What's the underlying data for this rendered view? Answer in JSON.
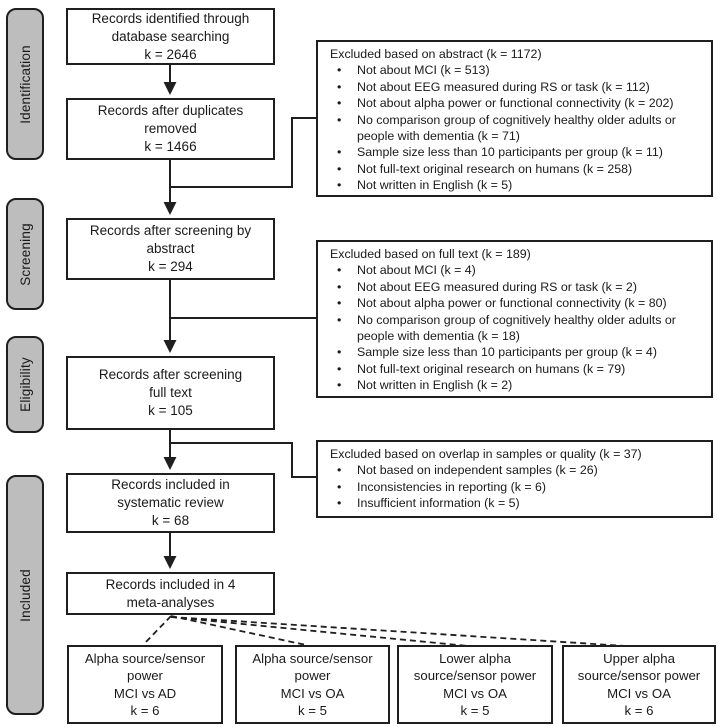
{
  "stages": [
    {
      "label": "Identification"
    },
    {
      "label": "Screening"
    },
    {
      "label": "Eligibility"
    },
    {
      "label": "Included"
    }
  ],
  "flow_boxes": [
    {
      "lines": [
        "Records identified through",
        "database searching",
        "k = 2646"
      ]
    },
    {
      "lines": [
        "Records after duplicates",
        "removed",
        "k = 1466"
      ]
    },
    {
      "lines": [
        "Records after screening by",
        "abstract",
        "k = 294"
      ]
    },
    {
      "lines": [
        "Records after screening",
        "full text",
        "k = 105"
      ]
    },
    {
      "lines": [
        "Records included in",
        "systematic review",
        "k = 68"
      ]
    },
    {
      "lines": [
        "Records included in 4",
        "meta-analyses"
      ]
    }
  ],
  "exclusion_boxes": [
    {
      "title": "Excluded based on abstract (k = 1172)",
      "items": [
        "Not about MCI (k = 513)",
        "Not about EEG measured during RS or task (k = 112)",
        "Not about alpha power or functional connectivity (k = 202)",
        "No comparison group of cognitively healthy older adults or people with dementia (k = 71)",
        "Sample size less than 10 participants per group (k = 11)",
        "Not full-text original research on humans (k = 258)",
        "Not written in English (k = 5)"
      ]
    },
    {
      "title": "Excluded based on full text (k = 189)",
      "items": [
        "Not about MCI (k = 4)",
        "Not about EEG measured during RS or task (k = 2)",
        "Not about alpha power or functional connectivity (k = 80)",
        "No comparison group of cognitively healthy older adults or people with dementia (k = 18)",
        "Sample size less than 10 participants per group (k = 4)",
        "Not full-text original research on humans (k = 79)",
        "Not written in English (k = 2)"
      ]
    },
    {
      "title": "Excluded based on overlap in samples or quality (k = 37)",
      "items": [
        "Not based on independent samples (k = 26)",
        "Inconsistencies in reporting (k = 6)",
        "Insufficient information (k = 5)"
      ]
    }
  ],
  "meta_boxes": [
    {
      "lines": [
        "Alpha source/sensor",
        "power",
        "MCI vs AD",
        "k = 6"
      ]
    },
    {
      "lines": [
        "Alpha source/sensor",
        "power",
        "MCI vs OA",
        "k = 5"
      ]
    },
    {
      "lines": [
        "Lower alpha",
        "source/sensor power",
        "MCI vs OA",
        "k = 5"
      ]
    },
    {
      "lines": [
        "Upper alpha",
        "source/sensor power",
        "MCI vs OA",
        "k = 6"
      ]
    }
  ],
  "colors": {
    "stage_fill": "#bdbdbd",
    "line": "#1f1f1f",
    "box_border": "#1f1f1f",
    "background": "#ffffff",
    "text": "#1a1a1a"
  }
}
